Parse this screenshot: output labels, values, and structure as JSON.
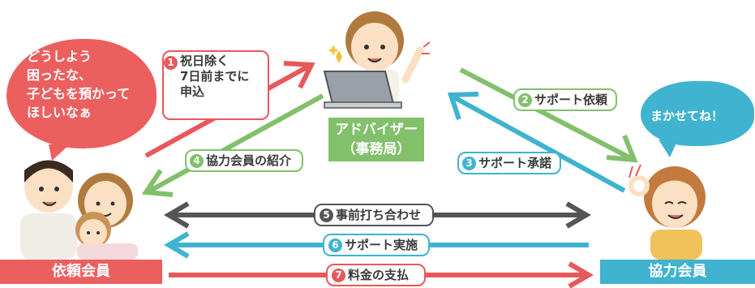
{
  "requester_speech": [
    "どうしよう",
    "困ったな、",
    "子どもを預かって",
    "ほしいなぁ"
  ],
  "helper_speech": "まかせてね！",
  "adviser_label": [
    "アドバイザー",
    "（事務局）"
  ],
  "steps": [
    {
      "num": "1",
      "lines": [
        "祝日除く",
        "7日前までに",
        "申込"
      ]
    },
    {
      "num": "2",
      "lines": [
        "サポート依頼"
      ]
    },
    {
      "num": "3",
      "lines": [
        "サポート承諾"
      ]
    },
    {
      "num": "4",
      "lines": [
        "協力会員の紹介"
      ]
    },
    {
      "num": "5",
      "lines": [
        "事前打ち合わせ"
      ]
    },
    {
      "num": "6",
      "lines": [
        "サポート実施"
      ]
    },
    {
      "num": "7",
      "lines": [
        "料金の支払"
      ]
    }
  ],
  "requester_label": "依頼会員",
  "helper_label": "協力会員",
  "colors": {
    "red": "#e8585b",
    "green": "#82c06b",
    "blue": "#3fb3cf",
    "gray": "#555555"
  }
}
